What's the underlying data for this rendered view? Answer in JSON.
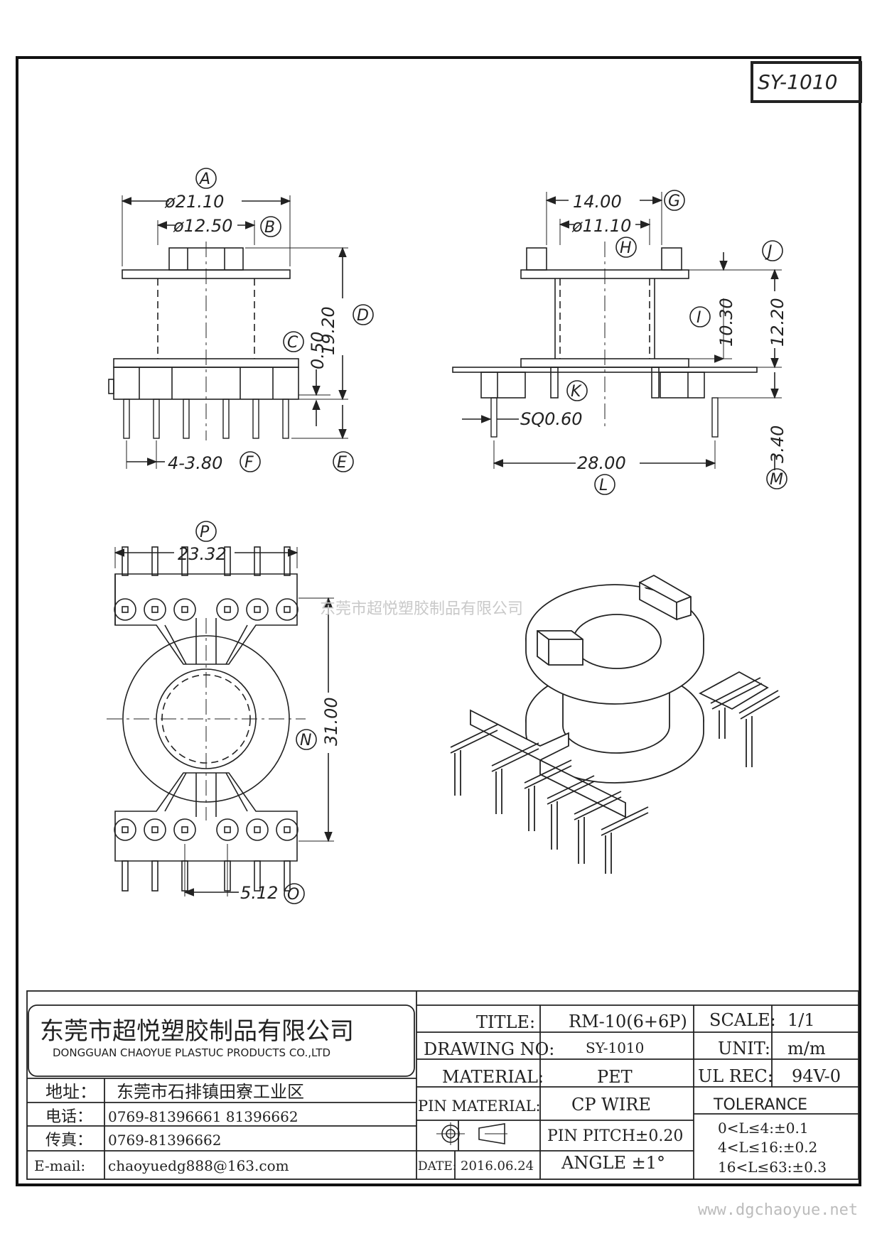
{
  "drawing_no_badge": "SY-1010",
  "watermark": "东莞市超悦塑胶制品有限公司",
  "website": "www.dgchaoyue.net",
  "views": {
    "front": {
      "dim_a": "ø21.10",
      "dim_b": "ø12.50",
      "dim_c": "0.50",
      "dim_d": "19.20",
      "dim_f": "4-3.80",
      "labels": {
        "a": "A",
        "b": "B",
        "c": "C",
        "d": "D",
        "e": "E",
        "f": "F"
      }
    },
    "side": {
      "dim_g": "14.00",
      "dim_h": "ø11.10",
      "dim_i": "10.30",
      "dim_j": "12.20",
      "dim_k": "SQ0.60",
      "dim_l": "28.00",
      "dim_m": "3.40",
      "labels": {
        "g": "G",
        "h": "H",
        "i": "I",
        "j": "J",
        "k": "K",
        "l": "L",
        "m": "M"
      }
    },
    "bottom": {
      "dim_p": "23.32",
      "dim_n": "31.00",
      "dim_o": "5.12",
      "labels": {
        "p": "P",
        "n": "N",
        "o": "O"
      }
    }
  },
  "title_block": {
    "company_cn": "东莞市超悦塑胶制品有限公司",
    "company_en": "DONGGUAN CHAOYUE PLASTUC PRODUCTS CO.,LTD",
    "address_label": "地址：",
    "address_value": "东莞市石排镇田寮工业区",
    "phone_label": "电话：",
    "phone_value": "0769-81396661   81396662",
    "fax_label": "传真：",
    "fax_value": "0769-81396662",
    "email_label": "E-mail:",
    "email_value": "chaoyuedg888@163.com",
    "title_label": "TITLE:",
    "title_value": "RM-10(6+6P)",
    "drawing_no_label": "DRAWING NO:",
    "drawing_no_value": "SY-1010",
    "material_label": "MATERIAL:",
    "material_value": "PET",
    "pin_material_label": "PIN MATERIAL:",
    "pin_material_value": "CP WIRE",
    "pin_pitch": "PIN PITCH±0.20",
    "date_label": "DATE:",
    "date_value": "2016.06.24",
    "angle": "ANGLE  ±1°",
    "scale_label": "SCALE:",
    "scale_value": "1/1",
    "unit_label": "UNIT:",
    "unit_value": "m/m",
    "ul_label": "UL REC:",
    "ul_value": "94V-0",
    "tolerance_label": "TOLERANCE",
    "tolerance_lines": [
      "0<L≤4:±0.1",
      "4<L≤16:±0.2",
      "16<L≤63:±0.3"
    ]
  }
}
